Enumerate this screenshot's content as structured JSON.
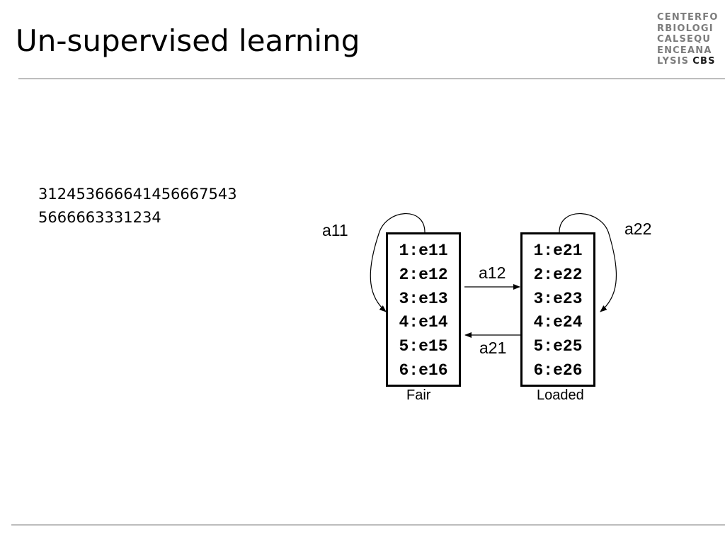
{
  "slide": {
    "title": "Un-supervised learning"
  },
  "logo": {
    "rows": [
      "CENTERFO",
      "RBIOLOGI",
      "CALSEQU",
      "ENCEANA",
      "LYSIS"
    ],
    "cbs": "CBS"
  },
  "sequence": {
    "lines": [
      "312453666641456667543",
      "5666663331234"
    ]
  },
  "diagram": {
    "states": [
      {
        "name": "Fair",
        "emissions": [
          "1:e11",
          "2:e12",
          "3:e13",
          "4:e14",
          "5:e15",
          "6:e16"
        ]
      },
      {
        "name": "Loaded",
        "emissions": [
          "1:e21",
          "2:e22",
          "3:e23",
          "4:e24",
          "5:e25",
          "6:e26"
        ]
      }
    ],
    "transitions": {
      "a11": "a11",
      "a12": "a12",
      "a21": "a21",
      "a22": "a22"
    }
  },
  "colors": {
    "rule": "#bdbdbd",
    "logo_grey": "#7c7c7c",
    "logo_dark": "#1a1a1a"
  }
}
